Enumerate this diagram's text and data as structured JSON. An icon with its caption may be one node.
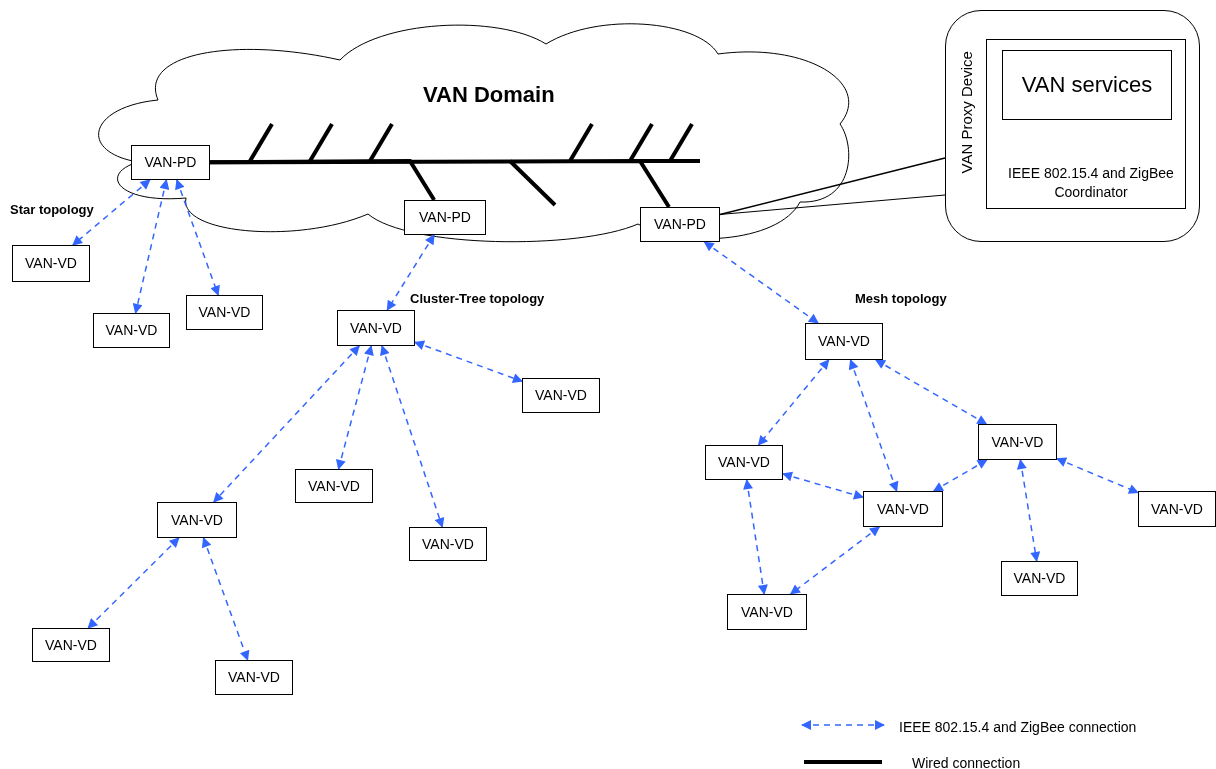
{
  "diagram": {
    "nodes": [
      {
        "text": [
          "VAN Domain"
        ]
      },
      {
        "text": [
          "VAN-PD"
        ],
        "in": 0
      },
      {
        "text": [
          "VAN-PD"
        ],
        "in": 0
      },
      {
        "text": [
          "VAN-PD"
        ],
        "in": 0
      },
      {
        "text": [
          "VAN Proxy Device"
        ]
      },
      {
        "text": [
          "IEEE 802.15.4 and ZigBee Coordinator"
        ],
        "in": 4
      },
      {
        "text": [
          "VAN services"
        ],
        "in": 5
      },
      {
        "text": [
          "VAN-VD"
        ]
      },
      {
        "text": [
          "VAN-VD"
        ]
      },
      {
        "text": [
          "VAN-VD"
        ]
      },
      {
        "text": [
          "VAN-VD"
        ]
      },
      {
        "text": [
          "VAN-VD"
        ]
      },
      {
        "text": [
          "VAN-VD"
        ]
      },
      {
        "text": [
          "VAN-VD"
        ]
      },
      {
        "text": [
          "VAN-VD"
        ]
      },
      {
        "text": [
          "VAN-VD"
        ]
      },
      {
        "text": [
          "VAN-VD"
        ]
      },
      {
        "text": [
          "VAN-VD"
        ]
      },
      {
        "text": [
          "VAN-VD"
        ]
      },
      {
        "text": [
          "VAN-VD"
        ]
      },
      {
        "text": [
          "VAN-VD"
        ]
      },
      {
        "text": [
          "VAN-VD"
        ]
      },
      {
        "text": [
          "VAN-VD"
        ]
      },
      {
        "text": [
          "VAN-VD"
        ]
      }
    ],
    "edges": [
      {
        "from": 1,
        "to": 2,
        "arrow": "none",
        "style": "thick",
        "color": "#000000"
      },
      {
        "from": 1,
        "to": 3,
        "arrow": "none",
        "style": "thick",
        "color": "#000000"
      },
      {
        "from": 4,
        "to": 3,
        "arrow": "none",
        "color": "#000000"
      },
      {
        "from": 1,
        "to": 7,
        "arrow": "both",
        "style": "dashed"
      },
      {
        "from": 1,
        "to": 8,
        "arrow": "both",
        "style": "dashed"
      },
      {
        "from": 1,
        "to": 9,
        "arrow": "both",
        "style": "dashed"
      },
      {
        "from": 2,
        "to": 10,
        "arrow": "both",
        "style": "dashed"
      },
      {
        "from": 10,
        "to": 11,
        "arrow": "both",
        "style": "dashed"
      },
      {
        "from": 10,
        "to": 12,
        "arrow": "both",
        "style": "dashed"
      },
      {
        "from": 10,
        "to": 13,
        "arrow": "both",
        "style": "dashed"
      },
      {
        "from": 10,
        "to": 14,
        "arrow": "both",
        "style": "dashed"
      },
      {
        "from": 14,
        "to": 15,
        "arrow": "both",
        "style": "dashed"
      },
      {
        "from": 14,
        "to": 16,
        "arrow": "both",
        "style": "dashed"
      },
      {
        "from": 3,
        "to": 17,
        "arrow": "both",
        "style": "dashed"
      },
      {
        "from": 17,
        "to": 18,
        "arrow": "both",
        "style": "dashed"
      },
      {
        "from": 17,
        "to": 20,
        "arrow": "both",
        "style": "dashed"
      },
      {
        "from": 17,
        "to": 19,
        "arrow": "both",
        "style": "dashed"
      },
      {
        "from": 18,
        "to": 23,
        "arrow": "both",
        "style": "dashed"
      },
      {
        "from": 18,
        "to": 20,
        "arrow": "both",
        "style": "dashed"
      },
      {
        "from": 20,
        "to": 23,
        "arrow": "both",
        "style": "dashed"
      },
      {
        "from": 20,
        "to": 19,
        "arrow": "both",
        "style": "dashed"
      },
      {
        "from": 19,
        "to": 21,
        "arrow": "both",
        "style": "dashed"
      },
      {
        "from": 19,
        "to": 22,
        "arrow": "both",
        "style": "dashed"
      }
    ],
    "labels": [
      "Star topology",
      "Cluster-Tree topology",
      "Mesh topology"
    ],
    "legend": [
      {
        "text": "IEEE 802.15.4 and ZigBee connection"
      },
      {
        "text": "Wired connection"
      }
    ]
  }
}
